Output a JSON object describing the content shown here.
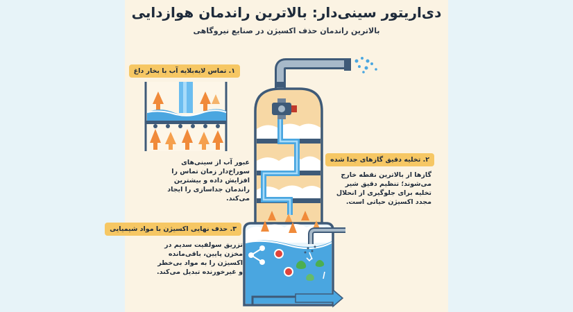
{
  "poster": {
    "title": "دی‌اریتور سینی‌دار: بالاترین راندمان هوازدایی",
    "subtitle": "بالاترین راندمان حذف اکسیژن در صنایع نیروگاهی",
    "steps": [
      {
        "label": "۱. تماس لایه‌بلایه آب با بخار داغ",
        "text": "عبور آب از سینی‌های سوراخ‌دار زمان تماس را افزایش داده و بیشترین راندمان جداسازی را ایجاد می‌کند."
      },
      {
        "label": "۲. تخلیه دقیق گازهای جدا شده",
        "text": "گازها از بالاترین نقطه خارج می‌شوند؛ تنظیم دقیق شیر تخلیه برای جلوگیری از انحلال مجدد اکسیژن حیاتی است."
      },
      {
        "label": "۳. حذف نهایی اکسیژن با مواد شیمیایی",
        "text": "تزریق سولفیت سدیم در مخزن پایین، باقی‌مانده اکسیژن را به مواد بی‌خطر و غیرخورنده تبدیل می‌کند."
      }
    ]
  },
  "colors": {
    "accent": "#f6c764",
    "water": "#4aa6e0",
    "steel": "#3e5a78",
    "steam": "#f08a3a"
  }
}
